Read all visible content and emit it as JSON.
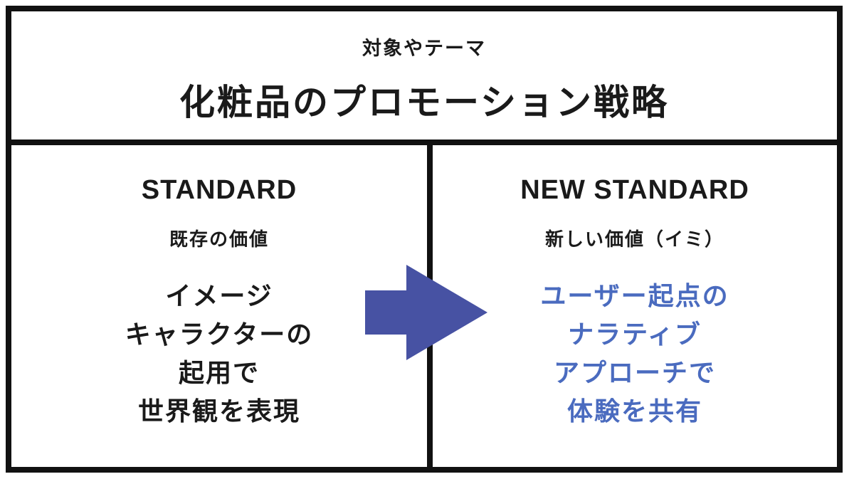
{
  "header": {
    "subtitle": "対象やテーマ",
    "title": "化粧品のプロモーション戦略"
  },
  "left_panel": {
    "heading": "STANDARD",
    "subheading": "既存の価値",
    "body_lines": [
      "イメージ",
      "キャラクターの",
      "起用で",
      "世界観を表現"
    ]
  },
  "right_panel": {
    "heading": "NEW STANDARD",
    "subheading": "新しい価値（イミ）",
    "body_lines": [
      "ユーザー起点の",
      "ナラティブ",
      "アプローチで",
      "体験を共有"
    ]
  },
  "colors": {
    "border": "#111111",
    "accent_text": "#4a6bbf",
    "arrow": "#4752a3"
  },
  "icons": {
    "arrow": "right-arrow-icon"
  }
}
